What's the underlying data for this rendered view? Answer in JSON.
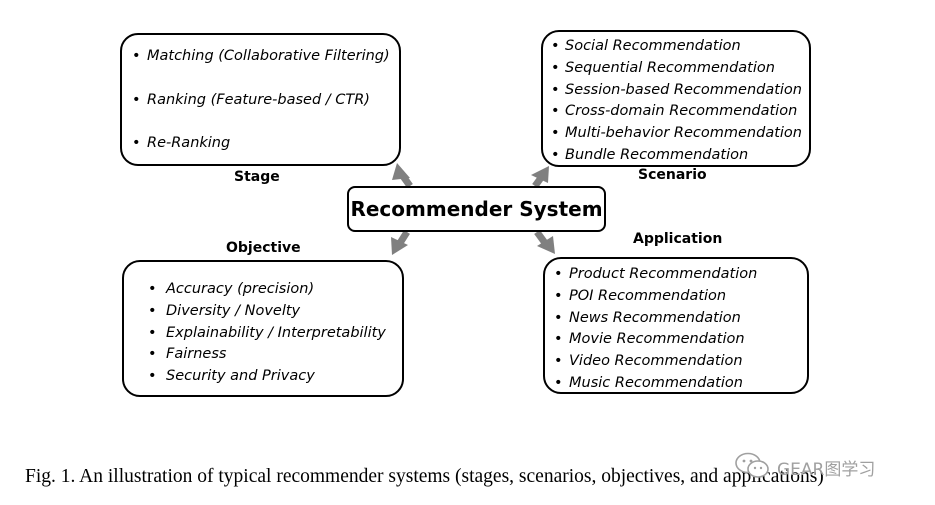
{
  "center": {
    "label": "Recommender System"
  },
  "stage": {
    "heading": "Stage",
    "items": [
      "Matching (Collaborative Filtering)",
      "Ranking (Feature-based / CTR)",
      "Re-Ranking"
    ]
  },
  "scenario": {
    "heading": "Scenario",
    "items": [
      "Social Recommendation",
      "Sequential Recommendation",
      "Session-based Recommendation",
      "Cross-domain Recommendation",
      "Multi-behavior Recommendation",
      "Bundle Recommendation"
    ]
  },
  "objective": {
    "heading": "Objective",
    "items": [
      "Accuracy (precision)",
      "Diversity / Novelty",
      "Explainability / Interpretability",
      "Fairness",
      "Security and Privacy"
    ]
  },
  "application": {
    "heading": "Application",
    "items": [
      "Product Recommendation",
      "POI Recommendation",
      "News Recommendation",
      "Movie Recommendation",
      "Video Recommendation",
      "Music Recommendation"
    ]
  },
  "caption": "Fig. 1.  An illustration of typical recommender systems (stages, scenarios, objectives, and applications)",
  "watermark": {
    "text": "GEAR图学习",
    "icon": "wechat-icon"
  },
  "colors": {
    "arrow": "#808080",
    "border": "#000000",
    "watermark": "#a0a0a0"
  }
}
